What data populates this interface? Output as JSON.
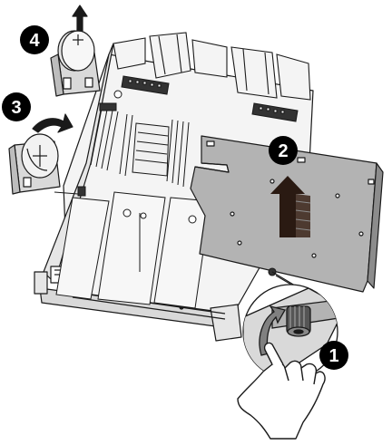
{
  "steps": [
    {
      "number": "1",
      "action": "loosen-thumbscrew"
    },
    {
      "number": "2",
      "action": "lift-system-board-tray"
    },
    {
      "number": "3",
      "action": "rotate-battery-out"
    },
    {
      "number": "4",
      "action": "lift-battery"
    }
  ],
  "colors": {
    "line": "#1a1a1a",
    "tray_gray": "#b3b3b3",
    "chassis_light": "#f2f2f2",
    "chassis_mid": "#d9d9d9",
    "badge": "#000000",
    "badge_text": "#ffffff"
  },
  "icons": [
    "up-arrow-icon",
    "curved-arrow-icon",
    "hand-icon",
    "thumbscrew-icon",
    "coin-battery-icon"
  ]
}
